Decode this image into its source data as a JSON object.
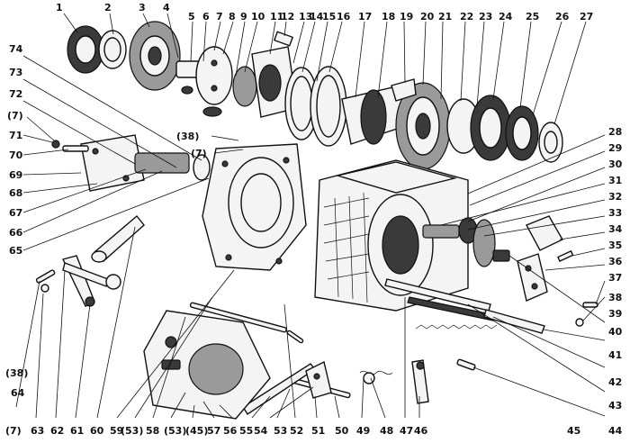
{
  "diagram": {
    "labels": [
      "1",
      "2",
      "3",
      "4",
      "5",
      "6",
      "7",
      "8",
      "9",
      "10",
      "11",
      "12",
      "13",
      "14",
      "15",
      "16",
      "17",
      "18",
      "19",
      "20",
      "21",
      "22",
      "23",
      "24",
      "25",
      "26",
      "27",
      "28",
      "29",
      "30",
      "31",
      "32",
      "33",
      "34",
      "35",
      "36",
      "37",
      "38",
      "39",
      "40",
      "41",
      "42",
      "43",
      "44",
      "45",
      "46",
      "47",
      "48",
      "49",
      "50",
      "51",
      "52",
      "53",
      "54",
      "55",
      "56",
      "57",
      "58",
      "59",
      "60",
      "61",
      "62",
      "63",
      "64",
      "65",
      "66",
      "67",
      "68",
      "69",
      "70",
      "71",
      "72",
      "73",
      "74",
      "(7)",
      "(38)",
      "(7)",
      "(38)",
      "(53)",
      "(53)",
      "(45)",
      "(7)"
    ]
  }
}
